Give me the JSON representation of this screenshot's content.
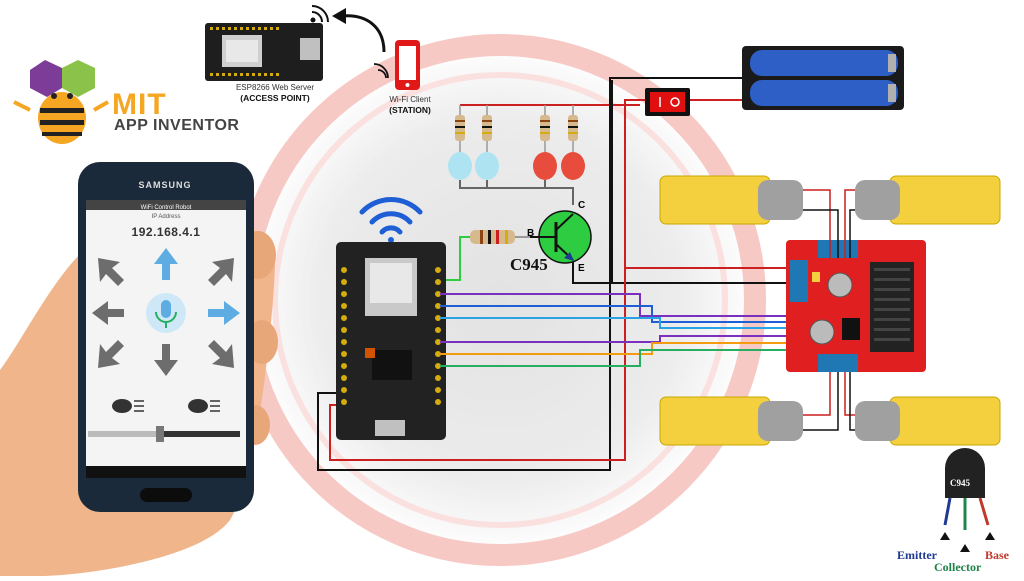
{
  "logo": {
    "title": "MIT",
    "subtitle": "APP INVENTOR"
  },
  "labels": {
    "web_server": "ESP8266 Web Server",
    "access_point": "(ACCESS POINT)",
    "wifi_client": "Wi-Fi Client",
    "station": "(STATION)",
    "transistor": "C945",
    "pin_b": "B",
    "pin_c": "C",
    "pin_e": "E",
    "emitter": "Emitter",
    "collector": "Collector",
    "base": "Base",
    "transistor_top": "C945"
  },
  "phone": {
    "brand": "SAMSUNG",
    "app_title": "WiFi Control Robot",
    "ip_label": "IP Address",
    "ip_value": "192.168.4.1"
  },
  "colors": {
    "wire_red": "#cc1f1f",
    "wire_black": "#111111",
    "wire_green": "#2ecc40",
    "wire_purple": "#7b2fbe",
    "wire_blue": "#1f5fd6",
    "wire_cyan": "#29a3e6",
    "wire_orange": "#f39c12",
    "wire_lightgreen": "#27ae60",
    "board": "#222222",
    "driver": "#e02020",
    "motor_yellow": "#f4d03f",
    "transistor_green": "#2ecc40",
    "led_red": "#e74c3c",
    "led_cyan": "#aee4f2",
    "battery_blue": "#2e5fc7",
    "switch_red": "#e01010",
    "arrow_gray": "#6d6d6d",
    "arrow_blue": "#5dade2",
    "logo_orange": "#f5a623"
  }
}
